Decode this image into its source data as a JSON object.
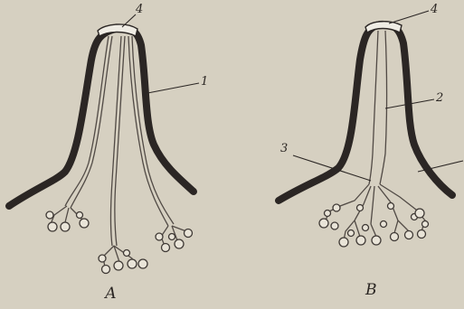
{
  "figure": {
    "panel_a": {
      "caption": "А",
      "markers": [
        "4",
        "1"
      ]
    },
    "panel_b": {
      "caption": "В",
      "markers": [
        "4",
        "2",
        "3"
      ]
    }
  },
  "colors": {
    "background": "#d9d3c4",
    "ink": "#2b2624",
    "tip": "#efece4"
  }
}
